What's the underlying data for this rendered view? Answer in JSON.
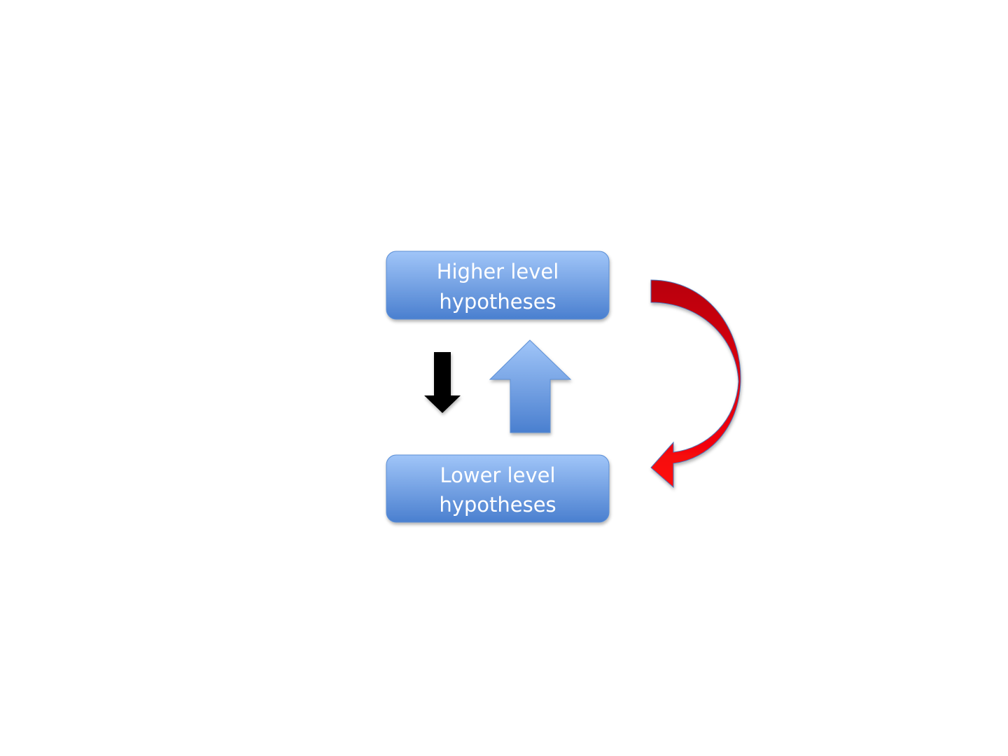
{
  "diagram": {
    "higher_box": {
      "line1": "Higher level",
      "line2": "hypotheses"
    },
    "lower_box": {
      "line1": "Lower level",
      "line2": "hypotheses"
    },
    "colors": {
      "box_top": "#9dc3f7",
      "box_bottom": "#4a80cf",
      "red_arrow": "#e8000c",
      "black_arrow": "#000000"
    }
  }
}
